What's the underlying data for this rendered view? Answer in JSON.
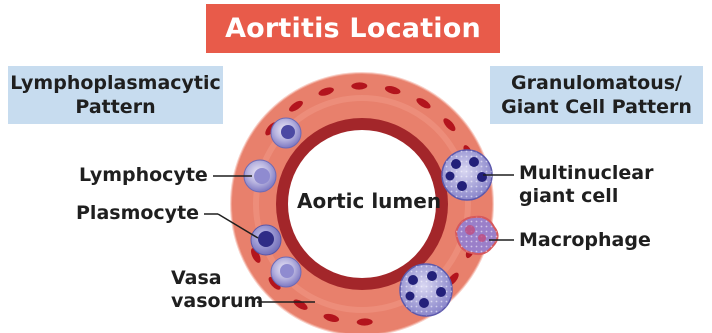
{
  "title": "Aortitis Location",
  "left_pattern": {
    "line1": "Lymphoplasmacytic",
    "line2": "Pattern"
  },
  "right_pattern": {
    "line1": "Granulomatous/",
    "line2": "Giant Cell Pattern"
  },
  "center_label": "Aortic lumen",
  "labels": {
    "lymphocyte": "Lymphocyte",
    "plasmocyte": "Plasmocyte",
    "vasa_line1": "Vasa",
    "vasa_line2": "vasorum",
    "giant_line1": "Multinuclear",
    "giant_line2": "giant cell",
    "macrophage": "Macrophage"
  },
  "colors": {
    "banner": "#e85b4a",
    "pattern_box": "#c7dcef",
    "vessel_wall": "#e8806c",
    "inner_ring": "#a3262a",
    "vasa": "#b3141d",
    "cell": "#5a5ab0"
  }
}
